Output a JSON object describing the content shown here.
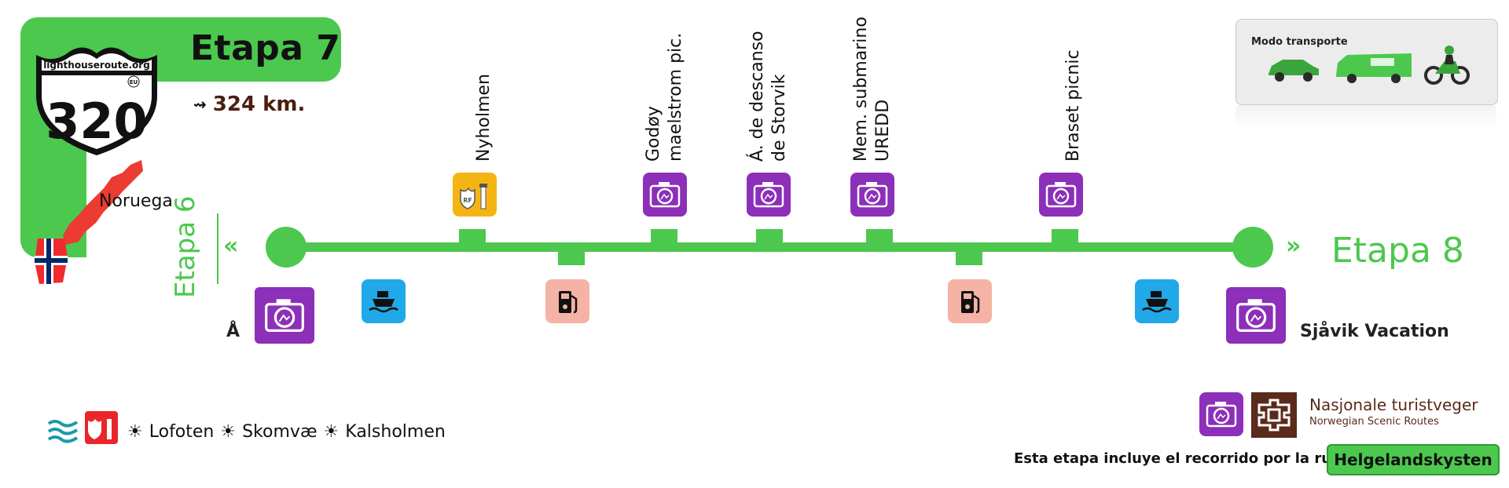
{
  "header": {
    "stage_title": "Etapa 7",
    "distance": "324 km.",
    "shield_site": "lighthouseroute.org",
    "shield_badge": "EU",
    "route_number": "320",
    "country": "Noruega"
  },
  "route": {
    "prev_stage": "Etapa 6",
    "next_stage": "Etapa 8",
    "start_place": "Å",
    "end_place": "Sjåvik Vacation",
    "stops_above": [
      {
        "label": "Nyholmen",
        "icon": "lighthouse-rf-icon",
        "color": "#f4b514"
      },
      {
        "label": "Godøy\nmaelstrom pic.",
        "icon": "camera-icon",
        "color": "#8c2fb9"
      },
      {
        "label": "Á. de descanso\nde Storvik",
        "icon": "camera-icon",
        "color": "#8c2fb9"
      },
      {
        "label": "Mem. submarino\nUREDD",
        "icon": "camera-icon",
        "color": "#8c2fb9"
      },
      {
        "label": "Braset picnic",
        "icon": "camera-icon",
        "color": "#8c2fb9"
      }
    ],
    "stops_below": [
      {
        "icon": "ferry-icon",
        "color": "#20a8e8"
      },
      {
        "icon": "fuel-icon",
        "color": "#f4b3a4"
      },
      {
        "icon": "fuel-icon",
        "color": "#f4b3a4"
      },
      {
        "icon": "ferry-icon",
        "color": "#20a8e8"
      }
    ]
  },
  "transport": {
    "title": "Modo transporte",
    "modes": [
      "car-icon",
      "camper-icon",
      "motorbike-icon"
    ]
  },
  "legend": {
    "items": [
      "Lofoten",
      "Skomvæ",
      "Kalsholmen"
    ]
  },
  "scenic": {
    "name": "Nasjonale turistveger",
    "subtitle": "Norwegian Scenic Routes",
    "note": "Esta etapa incluye el recorrido por la ruta",
    "route_name": "Helgelandskysten"
  },
  "colors": {
    "route_green": "#4cc84e",
    "poi_purple": "#8c2fb9",
    "ferry_blue": "#20a8e8",
    "fuel_peach": "#f4b3a4",
    "lighthouse_yellow": "#f4b514"
  }
}
